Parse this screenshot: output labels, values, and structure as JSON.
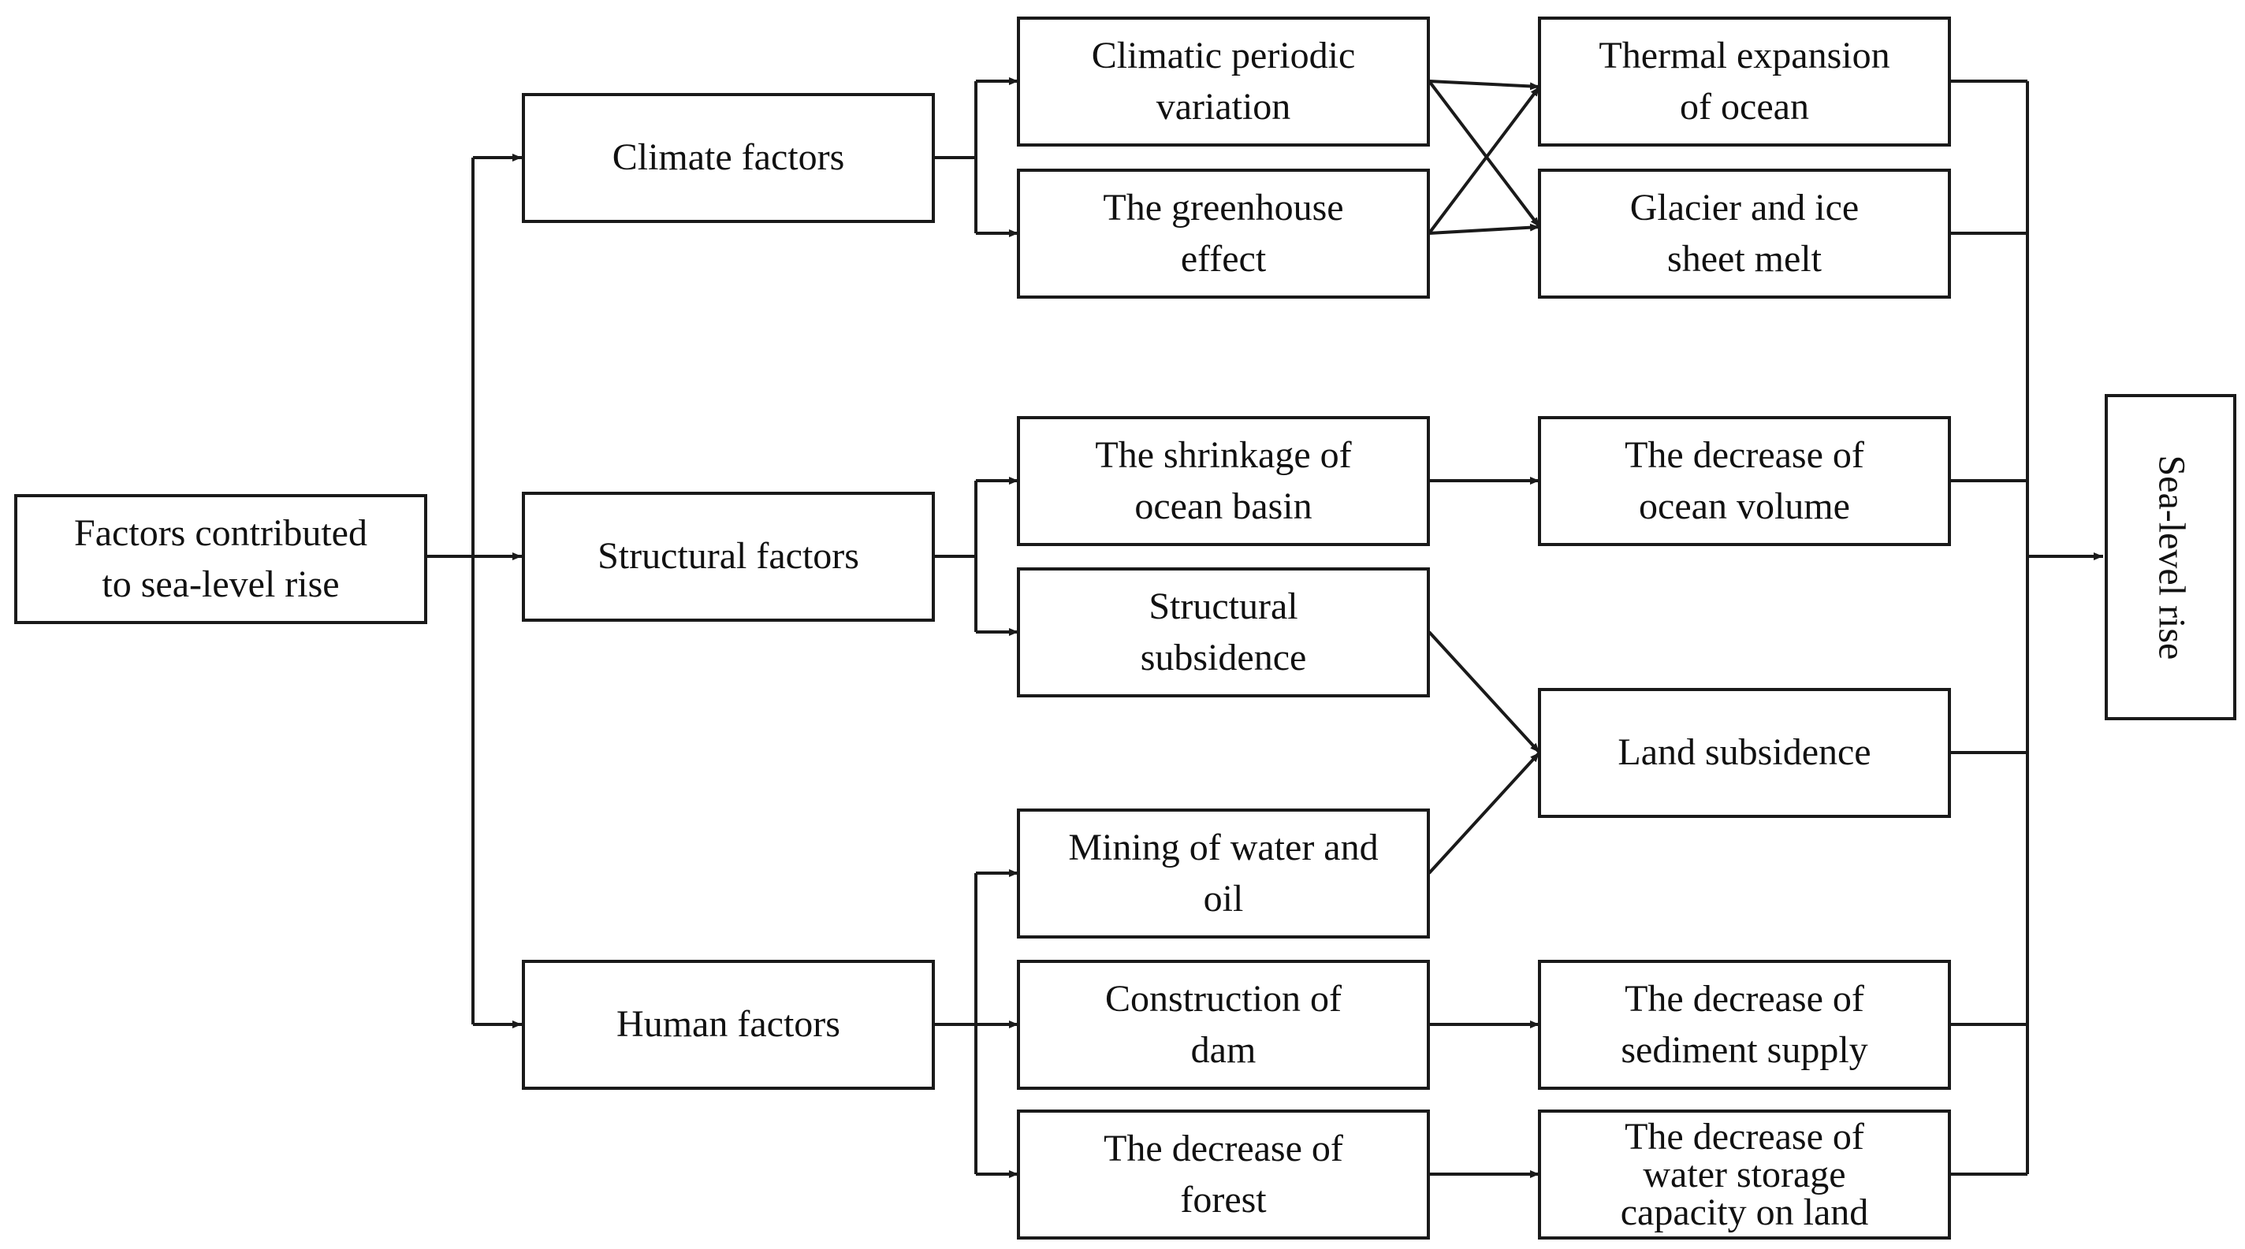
{
  "nodes": {
    "root": {
      "lines": [
        "Factors contributed",
        "to sea-level rise"
      ]
    },
    "climate": {
      "lines": [
        "Climate factors"
      ]
    },
    "structural": {
      "lines": [
        "Structural factors"
      ]
    },
    "human": {
      "lines": [
        "Human factors"
      ]
    },
    "periodic": {
      "lines": [
        "Climatic periodic",
        "variation"
      ]
    },
    "greenhouse": {
      "lines": [
        "The greenhouse",
        "effect"
      ]
    },
    "shrinkage": {
      "lines": [
        "The shrinkage of",
        "ocean basin"
      ]
    },
    "struct_subsidence": {
      "lines": [
        "Structural",
        "subsidence"
      ]
    },
    "mining": {
      "lines": [
        "Mining of water and",
        "oil"
      ]
    },
    "dam": {
      "lines": [
        "Construction of",
        "dam"
      ]
    },
    "forest": {
      "lines": [
        "The decrease of",
        "forest"
      ]
    },
    "thermal": {
      "lines": [
        "Thermal expansion",
        "of ocean"
      ]
    },
    "glacier": {
      "lines": [
        "Glacier and ice",
        "sheet melt"
      ]
    },
    "ocean_volume": {
      "lines": [
        "The decrease of",
        "ocean volume"
      ]
    },
    "land_subsidence": {
      "lines": [
        "Land subsidence"
      ]
    },
    "sediment": {
      "lines": [
        "The decrease of",
        "sediment supply"
      ]
    },
    "water_storage": {
      "lines": [
        "The decrease of",
        "water storage",
        "capacity on land"
      ]
    },
    "sea_level": {
      "lines": [
        "Sea-level rise"
      ]
    }
  }
}
